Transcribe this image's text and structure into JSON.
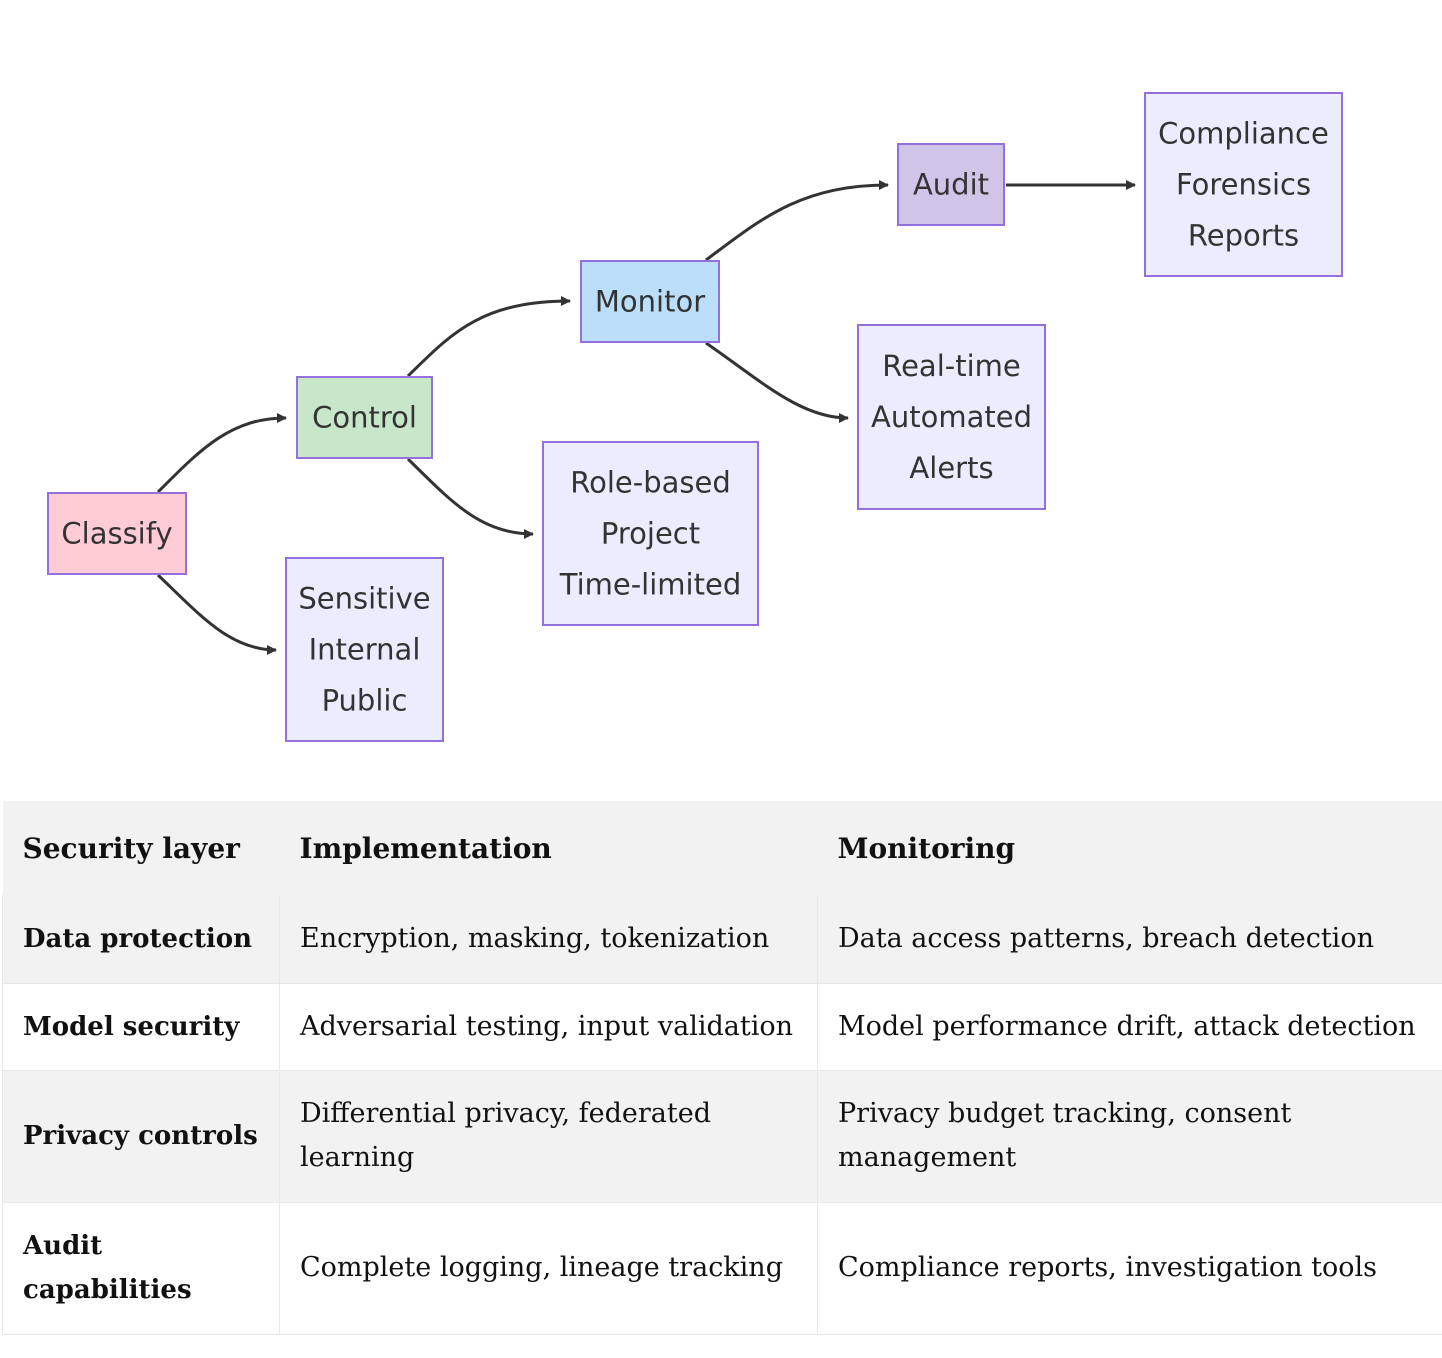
{
  "diagram": {
    "nodes": {
      "classify": {
        "lines": [
          "Classify"
        ],
        "fill": "#FFCCD5"
      },
      "classify_levels": {
        "lines": [
          "Sensitive",
          "Internal",
          "Public"
        ],
        "fill": "#ECECFF"
      },
      "control": {
        "lines": [
          "Control"
        ],
        "fill": "#C8E6C9"
      },
      "control_types": {
        "lines": [
          "Role-based",
          "Project",
          "Time-limited"
        ],
        "fill": "#ECECFF"
      },
      "monitor": {
        "lines": [
          "Monitor"
        ],
        "fill": "#BBDEFB"
      },
      "monitor_types": {
        "lines": [
          "Real-time",
          "Automated",
          "Alerts"
        ],
        "fill": "#ECECFF"
      },
      "audit": {
        "lines": [
          "Audit"
        ],
        "fill": "#D1C4E9"
      },
      "audit_outputs": {
        "lines": [
          "Compliance",
          "Forensics",
          "Reports"
        ],
        "fill": "#ECECFF"
      }
    },
    "edges": [
      [
        "classify",
        "control"
      ],
      [
        "classify",
        "classify_levels"
      ],
      [
        "control",
        "monitor"
      ],
      [
        "control",
        "control_types"
      ],
      [
        "monitor",
        "audit"
      ],
      [
        "monitor",
        "monitor_types"
      ],
      [
        "audit",
        "audit_outputs"
      ]
    ],
    "stroke_color": "#9370DB",
    "edge_color": "#333333"
  },
  "table": {
    "headers": [
      "Security layer",
      "Implementation",
      "Monitoring"
    ],
    "rows": [
      {
        "layer": "Data protection",
        "implementation": "Encryption, masking, tokenization",
        "monitoring": "Data access patterns, breach detection"
      },
      {
        "layer": "Model security",
        "implementation": "Adversarial testing, input validation",
        "monitoring": "Model performance drift, attack detection"
      },
      {
        "layer": "Privacy controls",
        "implementation": "Differential privacy, federated learning",
        "monitoring": "Privacy budget tracking, consent management"
      },
      {
        "layer": "Audit capabilities",
        "implementation": "Complete logging, lineage tracking",
        "monitoring": "Compliance reports, investigation tools"
      }
    ]
  }
}
